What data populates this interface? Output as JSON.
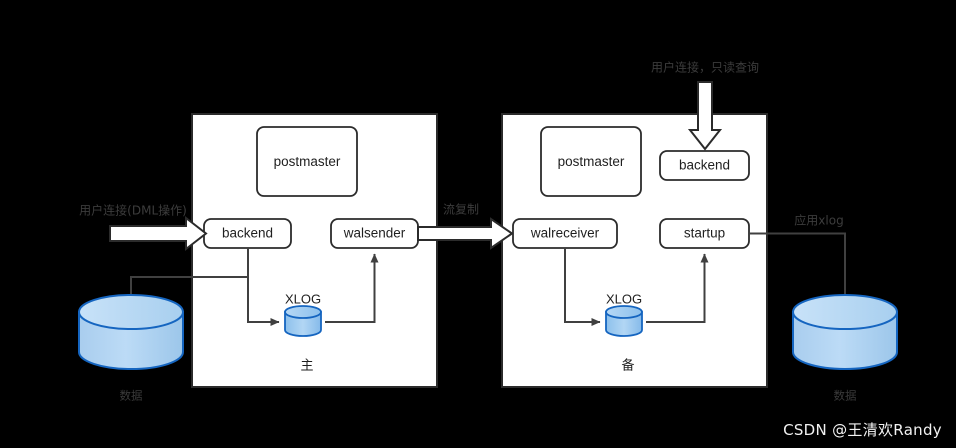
{
  "diagram": {
    "title": "PostgreSQL streaming replication architecture",
    "colors": {
      "background": "#000000",
      "panel_fill": "#ffffff",
      "panel_stroke": "#2b2b2b",
      "connector": "#404040",
      "cylinder_fill_light": "#cfe4f7",
      "cylinder_fill_mid": "#9fc8ec",
      "cylinder_stroke": "#1565c0",
      "xlog_fill": "#8fc4ef",
      "watermark_text": "#f2f2f2"
    }
  },
  "primary_panel": {
    "role_label": "主",
    "nodes": [
      {
        "id": "postmaster",
        "label": "postmaster"
      },
      {
        "id": "backend",
        "label": "backend"
      },
      {
        "id": "walsender",
        "label": "walsender"
      }
    ],
    "xlog_label": "XLOG"
  },
  "standby_panel": {
    "role_label": "备",
    "nodes": [
      {
        "id": "postmaster",
        "label": "postmaster"
      },
      {
        "id": "backend",
        "label": "backend"
      },
      {
        "id": "walreceiver",
        "label": "walreceiver"
      },
      {
        "id": "startup",
        "label": "startup"
      }
    ],
    "xlog_label": "XLOG"
  },
  "external_labels": {
    "user_conn_dml": "用户连接(DML操作)",
    "stream_replication": "流复制",
    "user_conn_readonly": "用户连接，只读查询",
    "apply_xlog": "应用xlog"
  },
  "databases": [
    {
      "id": "primary-db",
      "label": "数据"
    },
    {
      "id": "standby-db",
      "label": "数据"
    }
  ],
  "watermark": {
    "text": "CSDN @王清欢Randy"
  }
}
